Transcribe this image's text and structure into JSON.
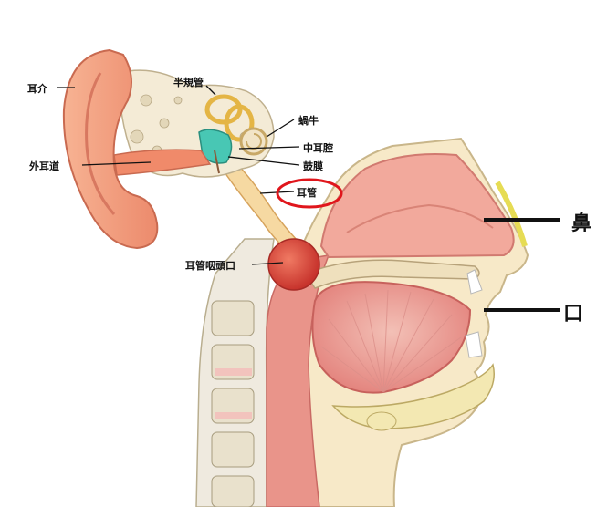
{
  "labels": {
    "pinna": "耳介",
    "semicircular_canals": "半規管",
    "cochlea": "蝸牛",
    "middle_ear": "中耳腔",
    "ear_canal": "外耳道",
    "eardrum": "鼓膜",
    "eustachian_tube": "耳管",
    "tube_opening": "耳管咽頭口",
    "nose": "鼻",
    "mouth": "口"
  },
  "colors": {
    "highlight_circle": "#e0161c",
    "skin": "#f2a07e",
    "tissue": "#e8807e",
    "bone": "#f6ecb4"
  }
}
